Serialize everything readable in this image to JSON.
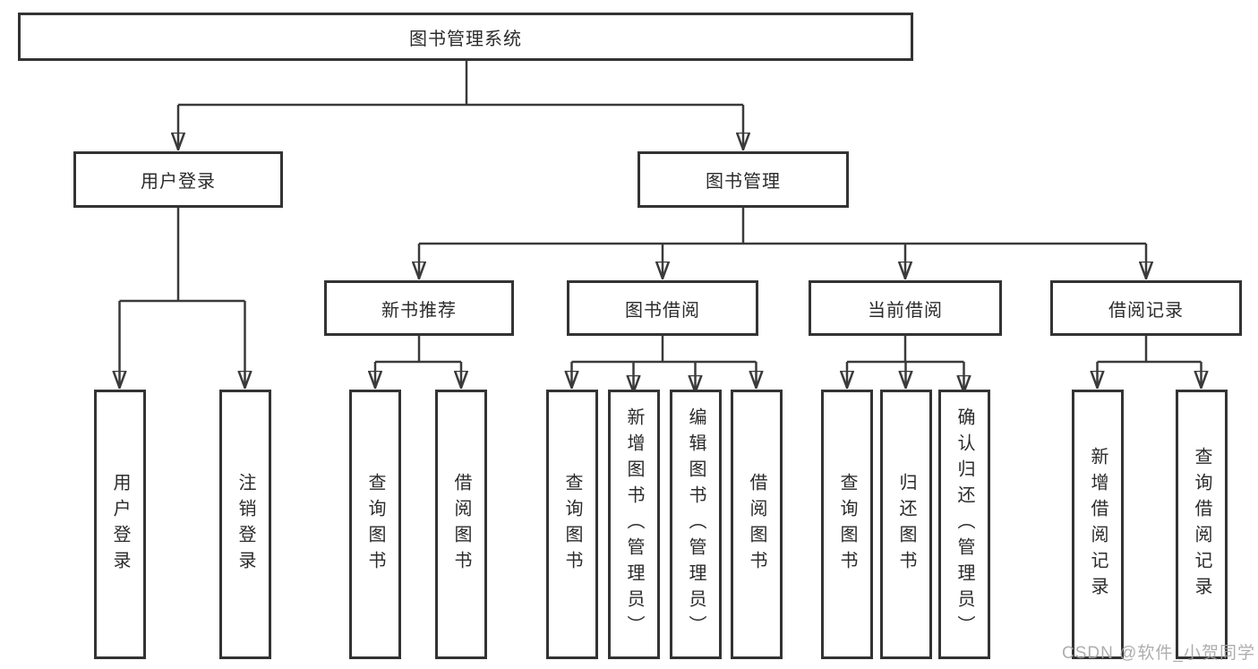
{
  "diagram": {
    "root_label": "图书管理系统",
    "nodes": {
      "user_login": "用户登录",
      "book_management": "图书管理",
      "new_book_recommend": "新书推荐",
      "book_borrowing": "图书借阅",
      "current_borrowing": "当前借阅",
      "borrowing_records": "借阅记录"
    },
    "leaves": {
      "login": [
        "用户登录",
        "注销登录"
      ],
      "recommend": [
        "查询图书",
        "借阅图书"
      ],
      "borrowing": [
        "查询图书",
        "新增图书（管理员）",
        "编辑图书（管理员）",
        "借阅图书"
      ],
      "current": [
        "查询图书",
        "归还图书",
        "确认归还（管理员）"
      ],
      "records": [
        "新增借阅记录",
        "查询借阅记录"
      ]
    }
  },
  "watermark": "CSDN @软件_小贺同学",
  "colors": {
    "line": "#3a3a3a",
    "node_border": "#333333",
    "text": "#2b2b2b",
    "node_background": "#ffffff",
    "watermark_text": "#a5a5a5"
  }
}
